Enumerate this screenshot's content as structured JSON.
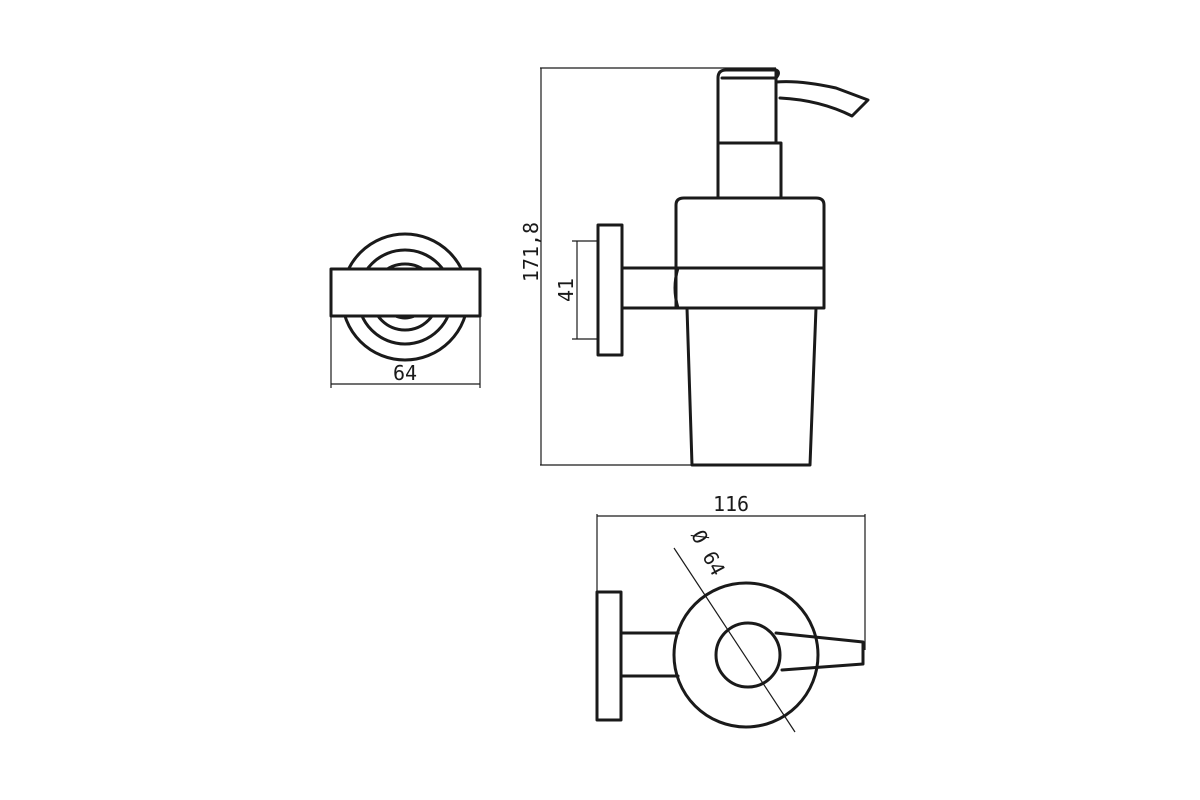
{
  "dimensions": {
    "side_width": "64",
    "total_height": "171,8",
    "mount_height": "41",
    "top_length": "116",
    "top_diameter": "Ø 64"
  },
  "colors": {
    "line": "#1a1a1a",
    "background": "#ffffff"
  }
}
